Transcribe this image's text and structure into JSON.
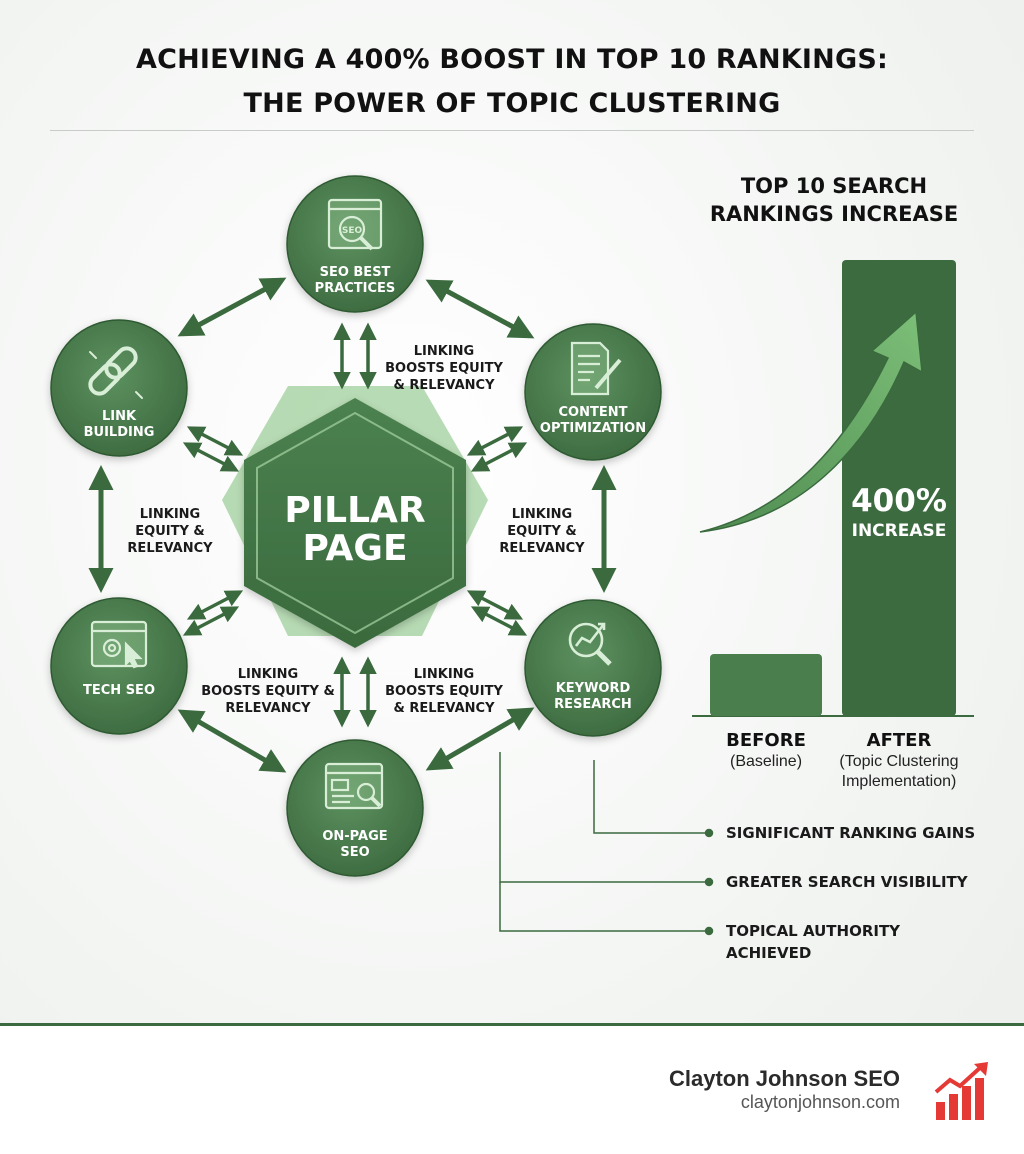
{
  "title": {
    "line1": "ACHIEVING A 400% BOOST IN TOP 10 RANKINGS:",
    "line2": "THE POWER OF TOPIC CLUSTERING"
  },
  "pillar": {
    "line1": "PILLAR",
    "line2": "PAGE"
  },
  "nodes": {
    "seo_best_practices": {
      "line1": "SEO BEST",
      "line2": "PRACTICES",
      "icon": "seo-magnifier-icon"
    },
    "link_building": {
      "line1": "LINK",
      "line2": "BUILDING",
      "icon": "chain-link-icon"
    },
    "content_optimization": {
      "line1": "CONTENT",
      "line2": "OPTIMIZATION",
      "icon": "document-pen-icon"
    },
    "tech_seo": {
      "line1": "TECH SEO",
      "icon": "browser-gear-icon"
    },
    "keyword_research": {
      "line1": "KEYWORD",
      "line2": "RESEARCH",
      "icon": "magnifier-trend-icon"
    },
    "on_page_seo": {
      "line1": "ON-PAGE",
      "line2": "SEO",
      "icon": "webpage-magnifier-icon"
    }
  },
  "link_labels": {
    "top": [
      "LINKING",
      "BOOSTS EQUITY",
      "& RELEVANCY"
    ],
    "left": [
      "LINKING",
      "EQUITY &",
      "RELEVANCY"
    ],
    "right": [
      "LINKING",
      "EQUITY &",
      "RELEVANCY"
    ],
    "bottom_left": [
      "LINKING",
      "BOOSTS EQUITY &",
      "RELEVANCY"
    ],
    "bottom_right": [
      "LINKING",
      "BOOSTS EQUITY",
      "& RELEVANCY"
    ]
  },
  "chart_data": {
    "type": "bar",
    "title": "TOP 10 SEARCH RANKINGS INCREASE",
    "title_lines": [
      "TOP 10 SEARCH",
      "RANKINGS INCREASE"
    ],
    "categories": [
      "BEFORE",
      "AFTER"
    ],
    "category_notes": [
      "(Baseline)",
      "(Topic Clustering Implementation)"
    ],
    "category_note_lines": [
      [
        "(Baseline)"
      ],
      [
        "(Topic Clustering",
        "Implementation)"
      ]
    ],
    "values": [
      1,
      5
    ],
    "annotation": {
      "value": "400%",
      "label": "INCREASE"
    }
  },
  "benefits": [
    [
      "SIGNIFICANT RANKING GAINS"
    ],
    [
      "GREATER SEARCH VISIBILITY"
    ],
    [
      "TOPICAL AUTHORITY",
      "ACHIEVED"
    ]
  ],
  "footer": {
    "brand": "Clayton Johnson SEO",
    "url": "claytonjohnson.com",
    "logo_icon": "bar-chart-trend-icon"
  },
  "colors": {
    "dark_green": "#3d6b40",
    "mid_green": "#4f8352",
    "light_green": "#8fc48f",
    "accent_red": "#e53935"
  }
}
